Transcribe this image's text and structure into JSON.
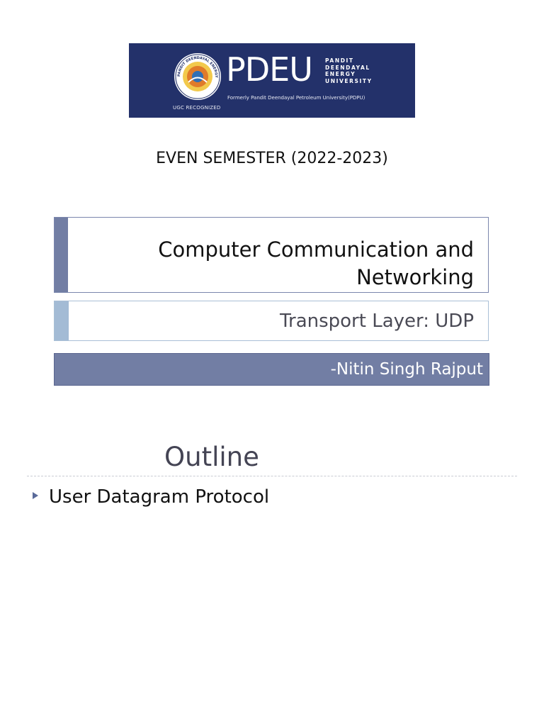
{
  "logo": {
    "seal_label": "PANDIT DEENDAYAL ENERGY UNIVERSITY",
    "ugc_label": "UGC RECOGNIZED",
    "wordmark": "PDEU",
    "name_lines": [
      "PANDIT",
      "DEENDAYAL",
      "ENERGY",
      "UNIVERSITY"
    ],
    "formerly": "Formerly Pandit Deendayal Petroleum University(PDPU)"
  },
  "semester": "EVEN SEMESTER (2022-2023)",
  "title": {
    "line1": "Computer Communication and",
    "line2": "Networking"
  },
  "subtitle": "Transport Layer: UDP",
  "author": "-Nitin Singh Rajput",
  "outline": {
    "heading": "Outline",
    "items": [
      "User Datagram Protocol"
    ]
  },
  "colors": {
    "logo_bg": "#23316a",
    "title_accent": "#727ea4",
    "subtitle_accent": "#a3bbd5",
    "author_bg": "#727ea4",
    "bullet": "#5a6a9a"
  }
}
